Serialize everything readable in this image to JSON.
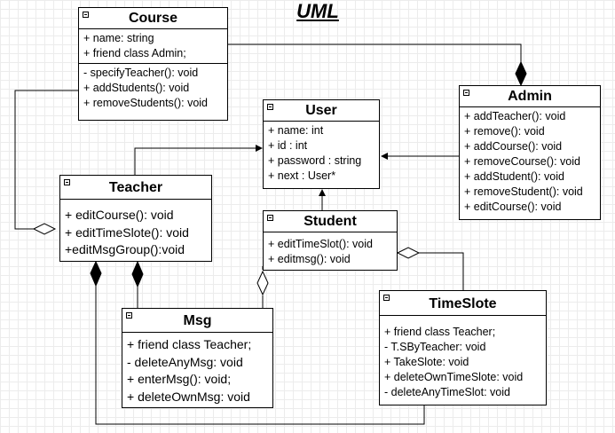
{
  "title": "UML",
  "classes": {
    "course": {
      "name": "Course",
      "attributes": [
        "+ name: string",
        "+ friend class Admin;"
      ],
      "methods": [
        "- specifyTeacher(): void",
        "+ addStudents(): void",
        "+ removeStudents(): void"
      ]
    },
    "user": {
      "name": "User",
      "attributes": [
        "+ name: int",
        "+ id : int",
        "+ password : string",
        "+ next : User*"
      ]
    },
    "admin": {
      "name": "Admin",
      "methods": [
        "+ addTeacher(): void",
        "+ remove(): void",
        "+ addCourse(): void",
        "+ removeCourse(): void",
        "+ addStudent(): void",
        "+ removeStudent(): void",
        "+ editCourse(): void"
      ]
    },
    "teacher": {
      "name": "Teacher",
      "methods": [
        "+ editCourse(): void",
        "+ editTimeSlote(): void",
        "+editMsgGroup():void"
      ]
    },
    "student": {
      "name": "Student",
      "methods": [
        "+ editTimeSlot(): void",
        "+ editmsg(): void"
      ]
    },
    "msg": {
      "name": "Msg",
      "methods": [
        "+ friend class Teacher;",
        "- deleteAnyMsg: void",
        "+ enterMsg(): void;",
        "+ deleteOwnMsg: void"
      ]
    },
    "timeslote": {
      "name": "TimeSlote",
      "methods": [
        "+ friend class Teacher;",
        "- T.SByTeacher: void",
        "+ TakeSlote: void",
        "+ deleteOwnTimeSlote: void",
        "- deleteAnyTimeSlot: void"
      ]
    }
  },
  "relationships": [
    {
      "from": "Course",
      "to": "Admin",
      "kind": "composition"
    },
    {
      "from": "Teacher",
      "to": "User",
      "kind": "inheritance"
    },
    {
      "from": "Admin",
      "to": "User",
      "kind": "inheritance"
    },
    {
      "from": "Student",
      "to": "User",
      "kind": "inheritance"
    },
    {
      "from": "Course",
      "to": "Teacher",
      "kind": "aggregation"
    },
    {
      "from": "Msg",
      "to": "Teacher",
      "kind": "composition"
    },
    {
      "from": "TimeSlote",
      "to": "Teacher",
      "kind": "composition"
    },
    {
      "from": "Msg",
      "to": "Student",
      "kind": "aggregation"
    },
    {
      "from": "TimeSlote",
      "to": "Student",
      "kind": "aggregation"
    }
  ]
}
